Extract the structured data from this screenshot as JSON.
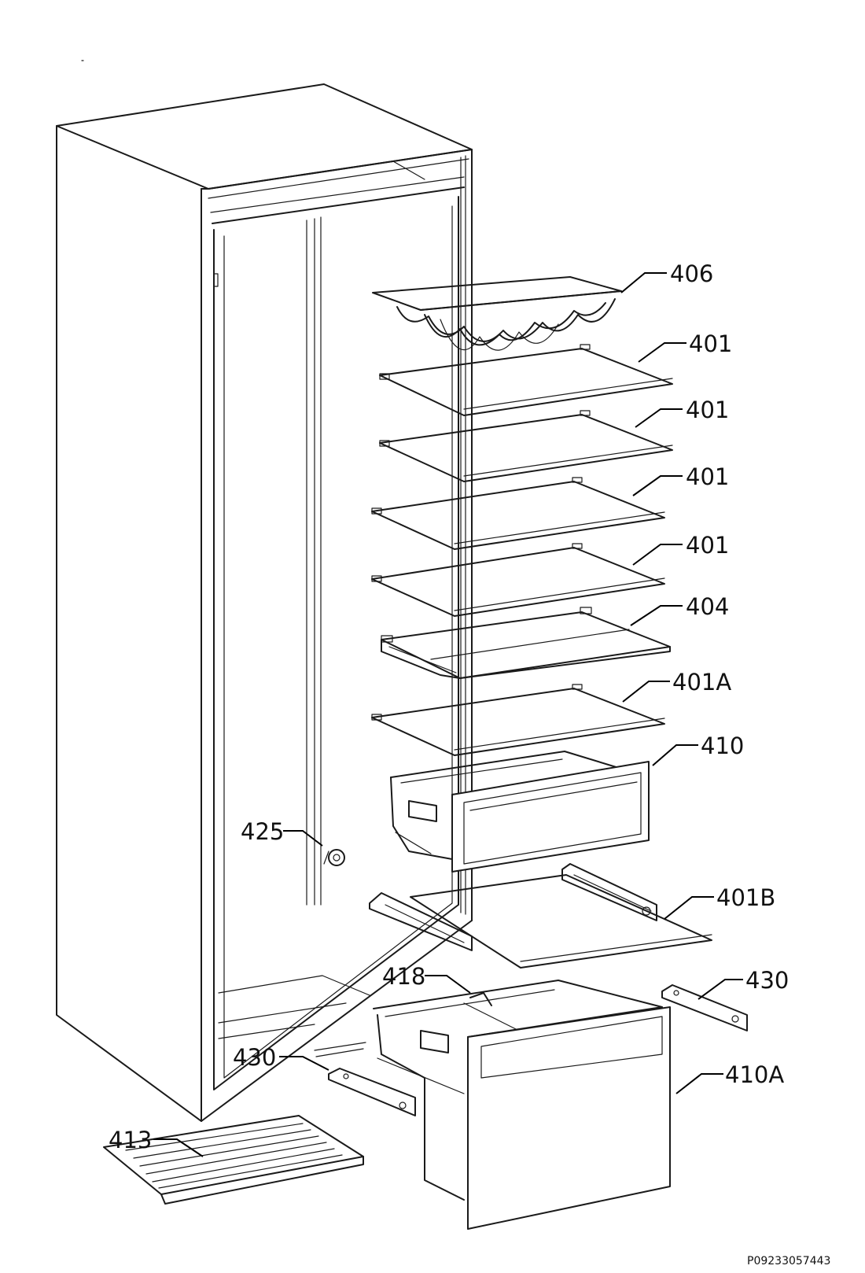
{
  "labels": {
    "l406": "406",
    "l401a": "401",
    "l401b": "401",
    "l401c": "401",
    "l401d": "401",
    "l404": "404",
    "l401A": "401A",
    "l410": "410",
    "l425": "425",
    "l401B": "401B",
    "l418": "418",
    "l430a": "430",
    "l430b": "430",
    "l410A": "410A",
    "l413": "413"
  },
  "reference_code": "P09233057443"
}
